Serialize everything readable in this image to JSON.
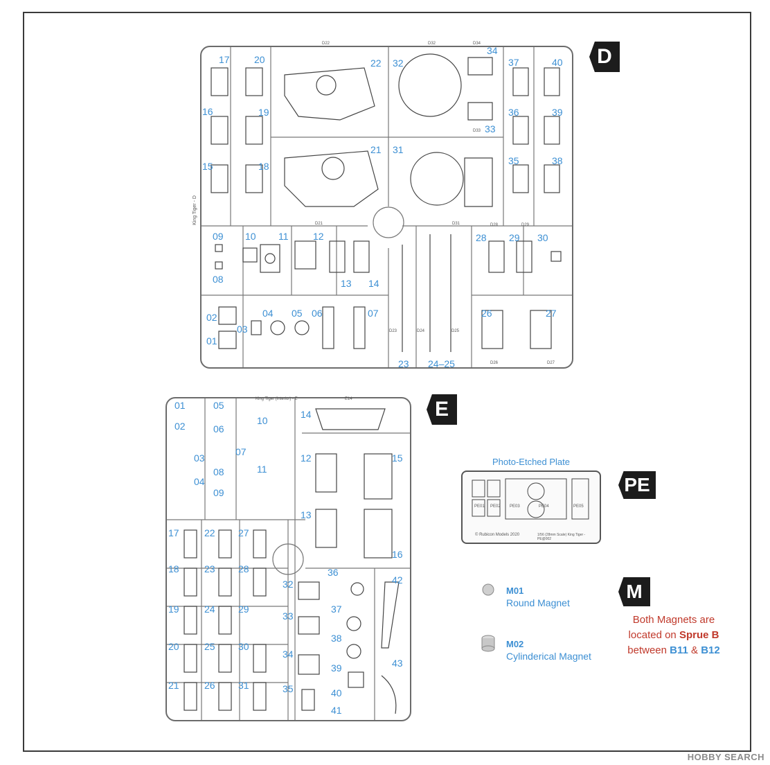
{
  "sprue_d": {
    "badge": "D",
    "label": "King Tiger - D",
    "numbers": [
      "17",
      "16",
      "15",
      "20",
      "19",
      "18",
      "22",
      "21",
      "32",
      "34",
      "33",
      "31",
      "37",
      "36",
      "35",
      "40",
      "39",
      "38",
      "09",
      "08",
      "10",
      "11",
      "12",
      "13",
      "14",
      "28",
      "29",
      "30",
      "02",
      "01",
      "03",
      "04",
      "05",
      "06",
      "07",
      "23",
      "24–25",
      "26",
      "27"
    ],
    "tags": [
      "D22",
      "D32",
      "D34",
      "D33",
      "D21",
      "D31",
      "D28",
      "D29",
      "D23",
      "D24",
      "D25",
      "D26",
      "D27"
    ]
  },
  "sprue_e": {
    "badge": "E",
    "label": "King Tiger (Interior) - E",
    "tag_top": "E14",
    "numbers": [
      "01",
      "02",
      "03",
      "04",
      "05",
      "06",
      "07",
      "08",
      "09",
      "10",
      "11",
      "14",
      "12",
      "13",
      "15",
      "16",
      "17",
      "22",
      "27",
      "18",
      "23",
      "28",
      "19",
      "24",
      "29",
      "20",
      "25",
      "30",
      "21",
      "26",
      "31",
      "32",
      "33",
      "34",
      "35",
      "36",
      "37",
      "38",
      "39",
      "40",
      "41",
      "42",
      "43"
    ]
  },
  "pe": {
    "badge": "PE",
    "title": "Photo-Etched Plate",
    "parts": [
      "PE01",
      "PE02",
      "PE03",
      "PE04",
      "PE05"
    ],
    "copyright": "© Rubicon Models 2020",
    "caption": "1/56 (28mm Scale) King Tiger - PE@002"
  },
  "magnets": {
    "badge": "M",
    "m01_code": "M01",
    "m01_name": "Round Magnet",
    "m02_code": "M02",
    "m02_name": "Cylinderical Magnet",
    "note_line1": "Both Magnets are",
    "note_line2a": "located on ",
    "note_line2b": "Sprue B",
    "note_line3a": "between ",
    "note_line3b": "B11",
    "note_line3c": " & ",
    "note_line3d": "B12"
  },
  "watermark": "HOBBY SEARCH"
}
